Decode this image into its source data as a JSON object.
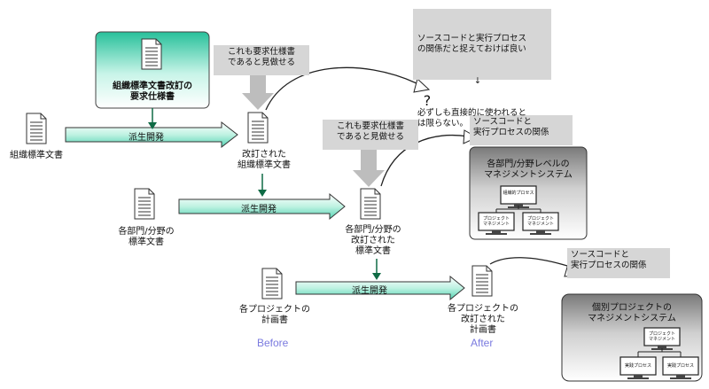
{
  "diagram": {
    "requirement_spec": "組織標準文書改訂の\n要求仕様書",
    "org_standard": "組織標準文書",
    "dept_standard": "各部門/分野の\n標準文書",
    "project_plan": "各プロジェクトの\n計画書",
    "revised_org_standard": "改訂された\n組織標準文書",
    "revised_dept_standard": "各部門/分野の\n改訂された\n標準文書",
    "revised_project_plan": "各プロジェクトの\n改訂された\n計画書",
    "derivation_label": "派生開発",
    "note_spec_1": "これも要求仕様書\nであると見做せる",
    "note_spec_2": "これも要求仕様書\nであると見做せる",
    "note_question_top": "ソースコードと実行プロセス\nの関係だと捉えておけば良い",
    "note_question_arrow": "↓",
    "note_question_bottom": "必ずしも直接的に使われると\nは限らない。",
    "question_mark": "?",
    "note_source_1": "ソースコードと\n実行プロセスの関係",
    "note_source_2": "ソースコードと\n実行プロセスの関係",
    "dept_system_title": "各部門/分野レベルの\nマネジメントシステム",
    "dept_system_top": "組織的プロセス",
    "dept_system_left": "プロジェクト\nマネジメント",
    "dept_system_right": "プロジェクト\nマネジメント",
    "project_system_title": "個別プロジェクトの\nマネジメントシステム",
    "project_system_top": "プロジェクト\nマネジメント",
    "project_system_left": "実践プロセス",
    "project_system_right": "実践プロセス",
    "before_label": "Before",
    "after_label": "After"
  }
}
